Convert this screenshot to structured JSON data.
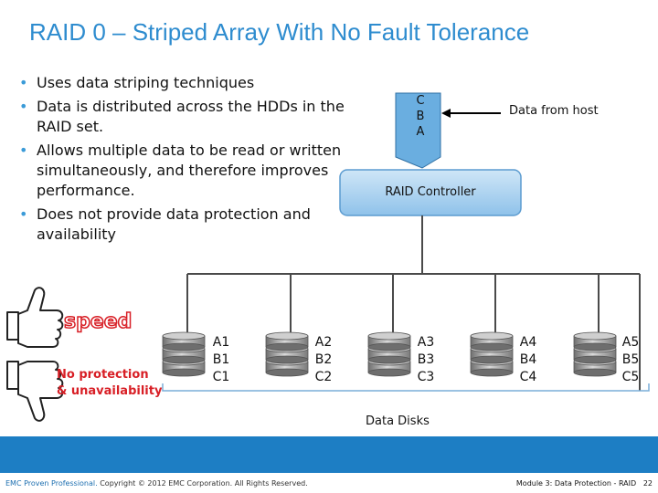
{
  "slide": {
    "title": "RAID 0 – Striped Array With No Fault Tolerance",
    "bullets": [
      "Uses data striping techniques",
      "Data is distributed across the HDDs in the RAID set.",
      "Allows multiple data to be read or written simultaneously, and therefore improves performance.",
      "Does not provide data protection and availability"
    ]
  },
  "diagram": {
    "stack_letters": [
      "C",
      "B",
      "A"
    ],
    "host_label": "Data from host",
    "controller_label": "RAID Controller",
    "disks": [
      {
        "labels": [
          "A1",
          "B1",
          "C1"
        ]
      },
      {
        "labels": [
          "A2",
          "B2",
          "C2"
        ]
      },
      {
        "labels": [
          "A3",
          "B3",
          "C3"
        ]
      },
      {
        "labels": [
          "A4",
          "B4",
          "C4"
        ]
      },
      {
        "labels": [
          "A5",
          "B5",
          "C5"
        ]
      }
    ],
    "disks_label": "Data Disks"
  },
  "side": {
    "speed": "speed",
    "no_protection_line1": "No protection",
    "no_protection_line2": "& unavailability",
    "thumbs_up_icon": "thumbs-up-icon",
    "thumbs_down_icon": "thumbs-down-icon"
  },
  "footer": {
    "brand": "EMC Proven Professional.",
    "copyright": "Copyright © 2012 EMC Corporation. All Rights Reserved.",
    "module": "Module 3: Data Protection - RAID",
    "page": "22"
  },
  "colors": {
    "title": "#2e8ccf",
    "controller_fill": "#a6d0ee",
    "stack_fill": "#6aaee0",
    "footer_bar": "#1d7ec4",
    "speed_text": "#d81f26",
    "no_protection_text": "#d81f26"
  }
}
